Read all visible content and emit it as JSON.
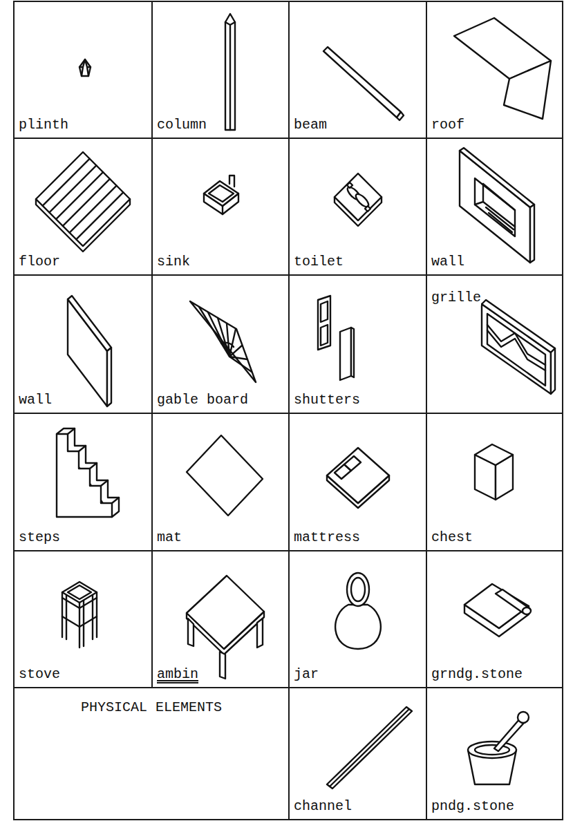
{
  "diagram": {
    "nodes": [
      {
        "text": [
          "plinth"
        ]
      },
      {
        "text": [
          "column"
        ]
      },
      {
        "text": [
          "beam"
        ]
      },
      {
        "text": [
          "roof"
        ]
      },
      {
        "text": [
          "floor"
        ]
      },
      {
        "text": [
          "sink"
        ]
      },
      {
        "text": [
          "toilet"
        ]
      },
      {
        "text": [
          "wall"
        ]
      },
      {
        "text": [
          "wall"
        ]
      },
      {
        "text": [
          "gable board"
        ]
      },
      {
        "text": [
          "shutters"
        ]
      },
      {
        "text": [
          "grille"
        ]
      },
      {
        "text": [
          "steps"
        ]
      },
      {
        "text": [
          "mat"
        ]
      },
      {
        "text": [
          "mattress"
        ]
      },
      {
        "text": [
          "chest"
        ]
      },
      {
        "text": [
          "stove"
        ]
      },
      {
        "text": [
          "ambin"
        ]
      },
      {
        "text": [
          "jar"
        ]
      },
      {
        "text": [
          "grndg.stone"
        ]
      },
      {
        "text": [
          "PHYSICAL ELEMENTS"
        ]
      },
      {
        "text": [
          "channel"
        ]
      },
      {
        "text": [
          "pndg.stone"
        ]
      }
    ]
  }
}
